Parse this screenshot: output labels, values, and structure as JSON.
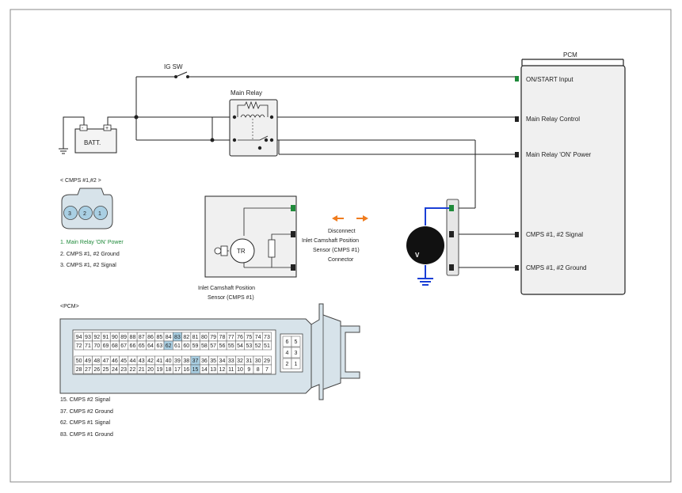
{
  "pcm": {
    "title": "PCM",
    "pins": [
      "ON/START Input",
      "Main Relay Control",
      "Main Relay 'ON' Power",
      "CMPS #1, #2 Signal",
      "CMPS #1, #2 Ground"
    ]
  },
  "ig_sw": "IG SW",
  "main_relay": "Main Relay",
  "batt": "BATT.",
  "cmps_connector": {
    "heading": "< CMPS #1,#2          >",
    "pins": [
      "3",
      "2",
      "1"
    ],
    "pin_list": [
      "1.  Main Relay 'ON' Power",
      "2. CMPS #1, #2 Ground",
      "3. CMPS #1, #2 Signal"
    ]
  },
  "sensor": {
    "tr": "TR",
    "caption": [
      "Inlet Camshaft Position",
      "Sensor (CMPS #1)"
    ]
  },
  "disconnect_note": [
    "Disconnect",
    "Inlet Camshaft Position",
    "Sensor (CMPS #1)",
    "Connector"
  ],
  "meter_label": "V",
  "pcm_connector": {
    "heading": "<PCM>",
    "rows": [
      [
        "94",
        "93",
        "92",
        "91",
        "90",
        "89",
        "88",
        "87",
        "86",
        "85",
        "84",
        "83",
        "82",
        "81",
        "80",
        "79",
        "78",
        "77",
        "76",
        "75",
        "74",
        "73"
      ],
      [
        "72",
        "71",
        "70",
        "69",
        "68",
        "67",
        "66",
        "65",
        "64",
        "63",
        "62",
        "61",
        "60",
        "59",
        "58",
        "57",
        "56",
        "55",
        "54",
        "53",
        "52",
        "51"
      ],
      [
        "50",
        "49",
        "48",
        "47",
        "46",
        "45",
        "44",
        "43",
        "42",
        "41",
        "40",
        "39",
        "38",
        "37",
        "36",
        "35",
        "34",
        "33",
        "32",
        "31",
        "30",
        "29"
      ],
      [
        "28",
        "27",
        "26",
        "25",
        "24",
        "23",
        "22",
        "21",
        "20",
        "19",
        "18",
        "17",
        "16",
        "15",
        "14",
        "13",
        "12",
        "11",
        "10",
        "9",
        "8",
        "7"
      ]
    ],
    "small_block": [
      [
        "6",
        "5"
      ],
      [
        "4",
        "3"
      ],
      [
        "2",
        "1"
      ]
    ],
    "highlighted": [
      "83",
      "62",
      "37",
      "15"
    ],
    "pin_list": [
      "15. CMPS #2 Signal",
      "37. CMPS #2 Ground",
      "62. CMPS #1 Signal",
      "83. CMPS #1 Ground"
    ]
  },
  "colors": {
    "wire": "#222222",
    "highlight_wire": "#1a3fd6",
    "pin_green": "#1f8a3a",
    "arrow": "#f07c1e",
    "connector_fill": "#d7e3ea",
    "highlight_pin": "#a9cfe3",
    "box_fill": "#f0f0f0"
  }
}
